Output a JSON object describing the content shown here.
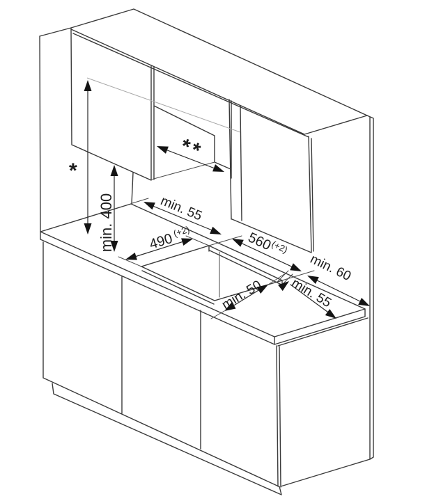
{
  "diagram": {
    "labels": {
      "asterisk": "*",
      "double_asterisk": "**",
      "min_height_under_cabinet": "min. 400",
      "min_55_back_left": "min. 55",
      "cutout_depth_value": "490",
      "cutout_depth_tolerance": "(+2)",
      "cutout_width_value": "560",
      "cutout_width_tolerance": "(+2)",
      "min_60_right_wall": "min. 60",
      "min_55_right_edge": "min. 55",
      "min_50_front_edge": "min. 50"
    },
    "colors": {
      "line": "#3a3a3a",
      "arrow": "#141414",
      "faint_line": "#a8a8a8",
      "background": "#ffffff"
    }
  }
}
